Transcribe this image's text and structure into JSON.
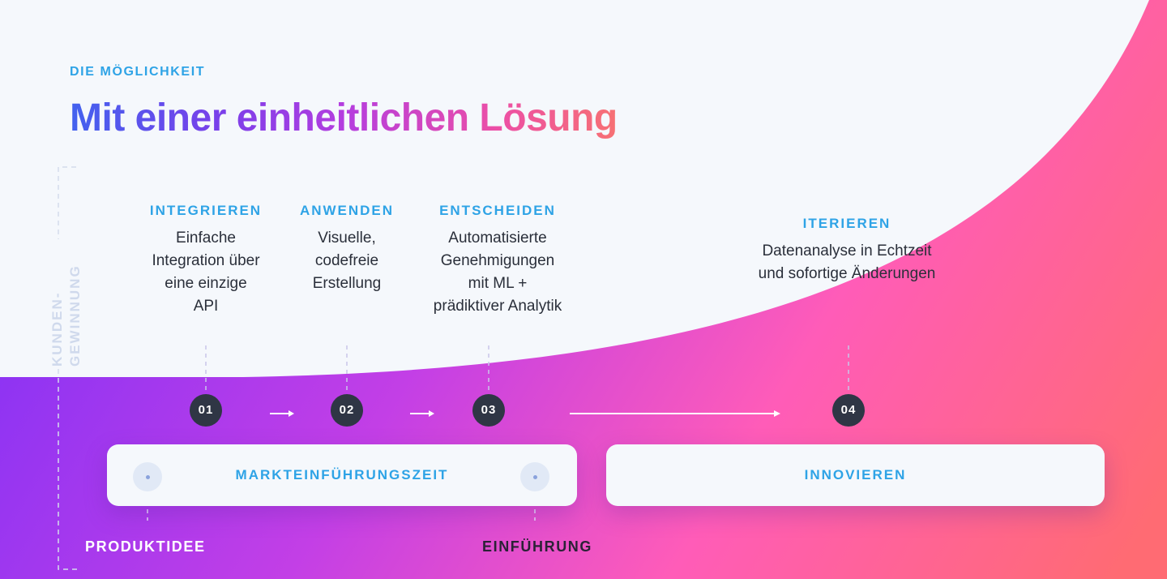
{
  "section_label": "DIE MÖGLICHKEIT",
  "headline": "Mit einer einheitlichen Lösung",
  "axis_label": [
    "KUNDEN-",
    "GEWINNUNG"
  ],
  "steps": [
    {
      "number": "01",
      "title": "INTEGRIEREN",
      "lines": [
        "Einfache",
        "Integration über",
        "eine einzige",
        "API"
      ]
    },
    {
      "number": "02",
      "title": "ANWENDEN",
      "lines": [
        "Visuelle,",
        "codefreie",
        "Erstellung"
      ]
    },
    {
      "number": "03",
      "title": "ENTSCHEIDEN",
      "lines": [
        "Automatisierte",
        "Genehmigungen",
        "mit ML +",
        "prädiktiver Analytik"
      ]
    },
    {
      "number": "04",
      "title": "ITERIEREN",
      "lines": [
        "Datenanalyse in Echtzeit",
        "und sofortige Änderungen"
      ]
    }
  ],
  "phases": {
    "time_to_market": "MARKTEINFÜHRUNGSZEIT",
    "innovate": "INNOVIEREN"
  },
  "milestones": {
    "start": "PRODUKTIDEE",
    "launch": "EINFÜHRUNG"
  },
  "colors": {
    "accent_blue": "#2ea3e6",
    "dark_circle": "#2f3645",
    "gradient": [
      "#8a33f4",
      "#c33fe6",
      "#ff5cb8",
      "#ff6b73"
    ]
  }
}
